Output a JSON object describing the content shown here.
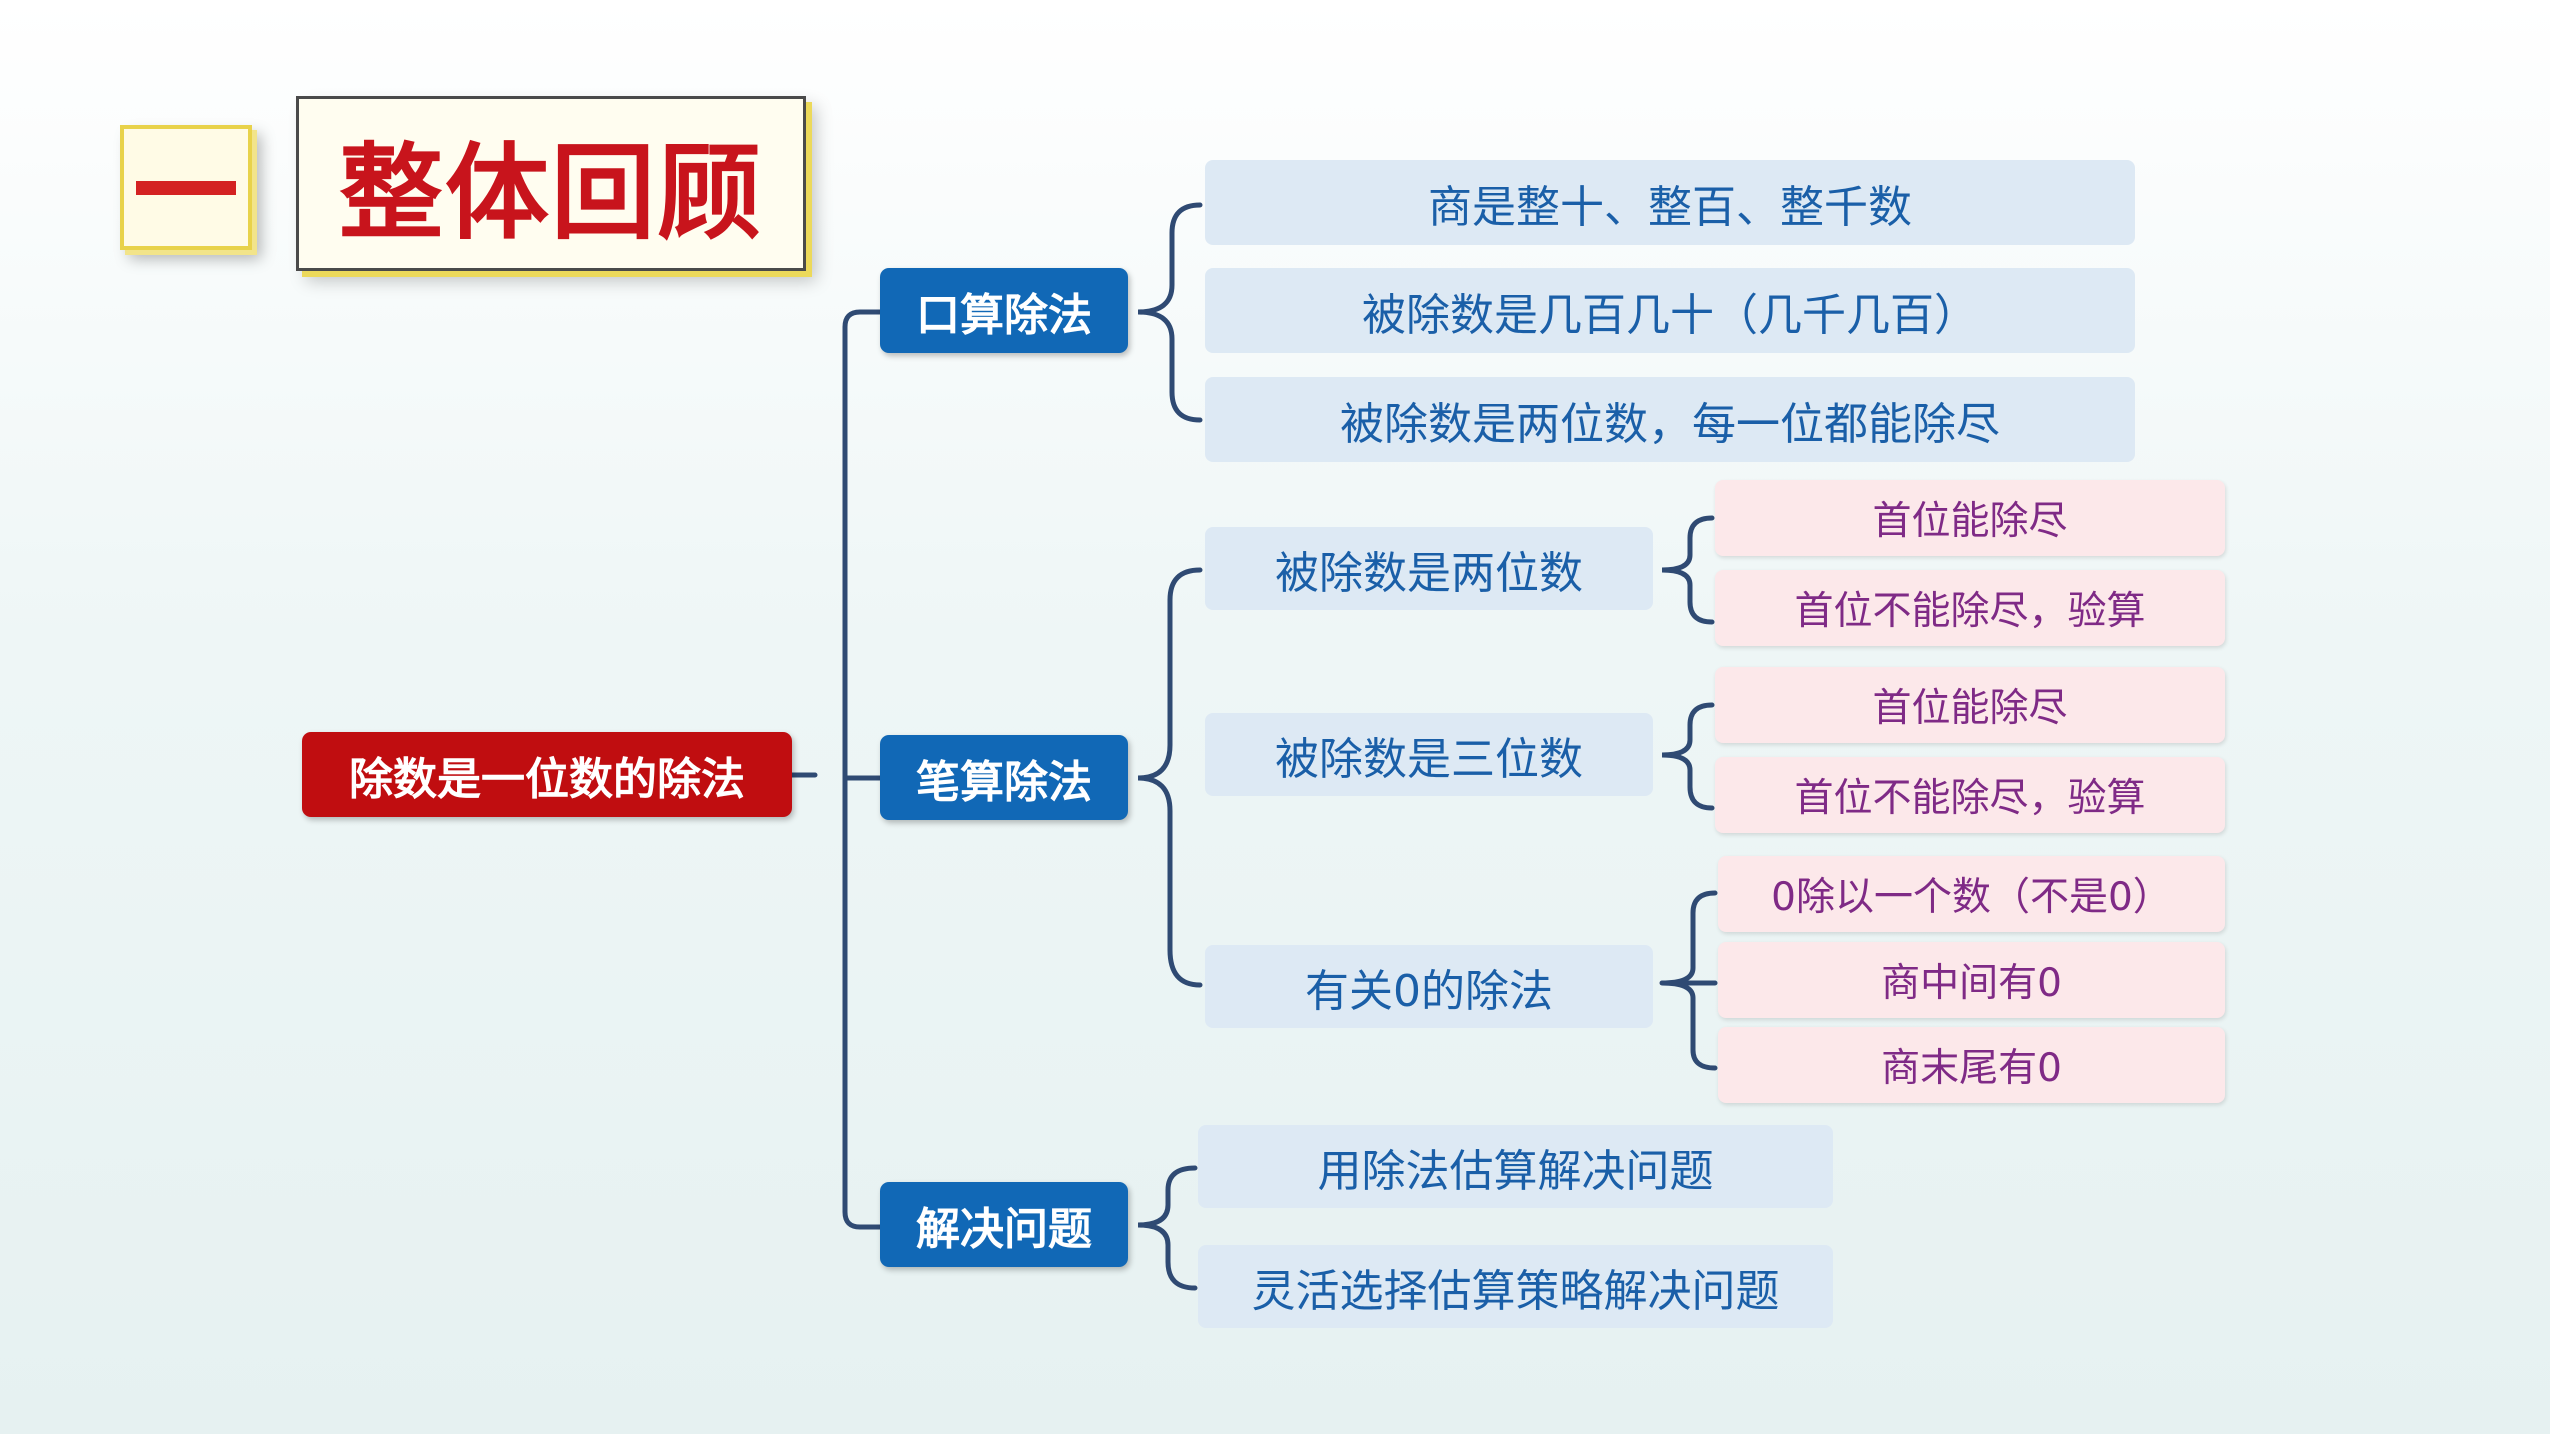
{
  "header": {
    "section_number": "一",
    "title": "整体回顾"
  },
  "mindmap": {
    "root": "除数是一位数的除法",
    "categories": [
      {
        "label": "口算除法",
        "items": [
          "商是整十、整百、整千数",
          "被除数是几百几十（几千几百）",
          "被除数是两位数，每一位都能除尽"
        ]
      },
      {
        "label": "笔算除法",
        "subgroups": [
          {
            "label": "被除数是两位数",
            "items": [
              "首位能除尽",
              "首位不能除尽，验算"
            ]
          },
          {
            "label": "被除数是三位数",
            "items": [
              "首位能除尽",
              "首位不能除尽，验算"
            ]
          },
          {
            "label": "有关0的除法",
            "items": [
              "0除以一个数（不是0）",
              "商中间有0",
              "商末尾有0"
            ]
          }
        ]
      },
      {
        "label": "解决问题",
        "items": [
          "用除法估算解决问题",
          "灵活选择估算策略解决问题"
        ]
      }
    ]
  },
  "colors": {
    "root": "#c00d10",
    "category": "#1168b6",
    "leaf_bg": "#dde9f4",
    "leaf_text": "#1a5fa8",
    "pink_bg": "#fce8ea",
    "pink_text": "#7f2a86",
    "connector": "#2f4a73",
    "title_red": "#c8141c"
  }
}
